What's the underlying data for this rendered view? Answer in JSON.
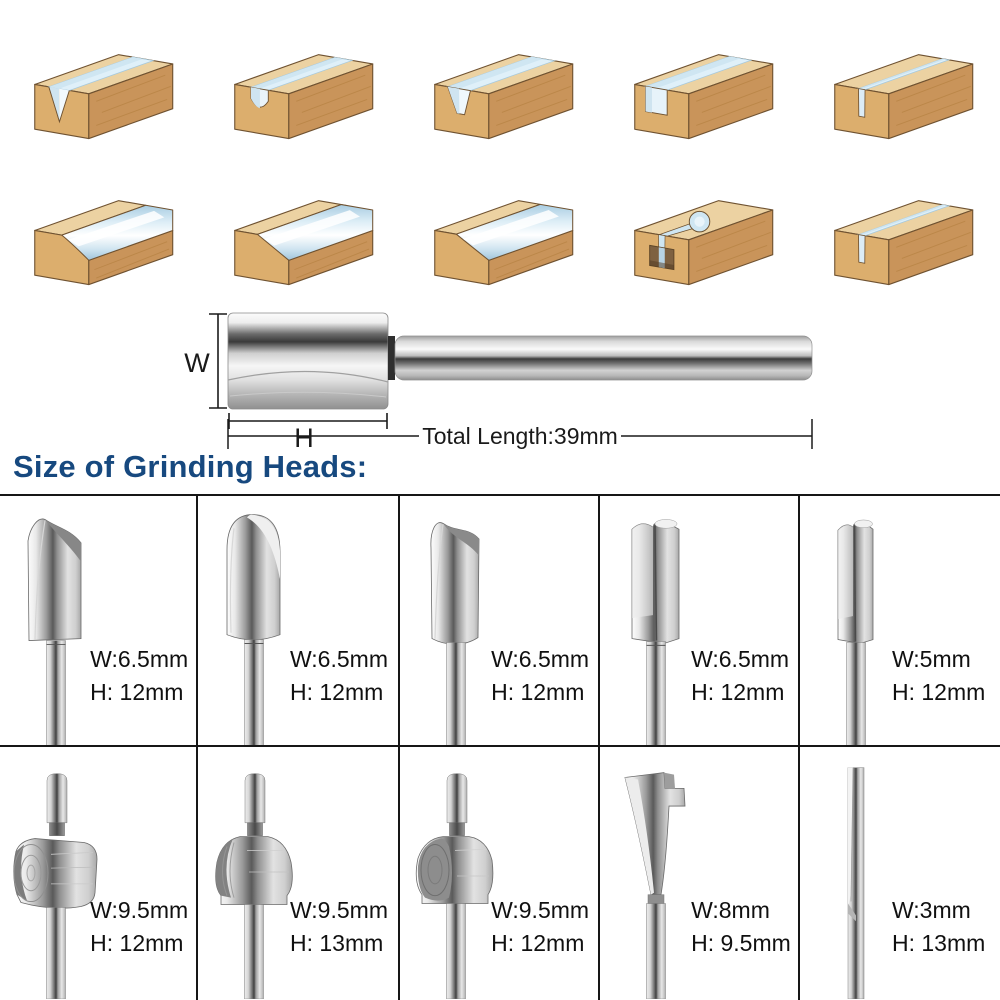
{
  "colors": {
    "heading": "#17497f",
    "grid_line": "#161616",
    "wood_top": "#ecd2a2",
    "wood_end": "#dcae6d",
    "wood_side": "#c9945a",
    "cut_blue": "#cfe6f2",
    "text": "#101010"
  },
  "profiles_section": {
    "rows": [
      {
        "blocks": [
          {
            "icon": "v-groove-block-icon",
            "profile": "v-groove"
          },
          {
            "icon": "round-groove-block-icon",
            "profile": "round-groove"
          },
          {
            "icon": "flat-v-groove-block-icon",
            "profile": "v-flat"
          },
          {
            "icon": "square-channel-block-icon",
            "profile": "square-channel"
          },
          {
            "icon": "thin-slot-block-icon",
            "profile": "thin-slot"
          }
        ]
      },
      {
        "blocks": [
          {
            "icon": "round-edge-block-icon",
            "profile": "round-edge"
          },
          {
            "icon": "stepped-round-edge-block-icon",
            "profile": "round-edge-step"
          },
          {
            "icon": "wide-round-edge-block-icon",
            "profile": "round-edge-wide"
          },
          {
            "icon": "keyhole-block-icon",
            "profile": "keyhole"
          },
          {
            "icon": "thin-slot-block-icon",
            "profile": "thin-slot"
          }
        ]
      }
    ]
  },
  "diagram": {
    "w_label": "W",
    "h_label": "H",
    "total_label": "Total Length:39mm"
  },
  "heading": {
    "text": "Size of Grinding Heads:"
  },
  "grid": {
    "rows": [
      {
        "cells": [
          {
            "bit": "bevel",
            "w": "W:6.5mm",
            "h": "H: 12mm"
          },
          {
            "bit": "dome",
            "w": "W:6.5mm",
            "h": "H: 12mm"
          },
          {
            "bit": "scoop",
            "w": "W:6.5mm",
            "h": "H: 12mm"
          },
          {
            "bit": "straight-double",
            "w": "W:6.5mm",
            "h": "H: 12mm"
          },
          {
            "bit": "straight-narrow",
            "w": "W:5mm",
            "h": "H: 12mm"
          }
        ]
      },
      {
        "cells": [
          {
            "bit": "pilot-flat",
            "w": "W:9.5mm",
            "h": "H: 12mm"
          },
          {
            "bit": "pilot-round",
            "w": "W:9.5mm",
            "h": "H: 13mm"
          },
          {
            "bit": "pilot-round2",
            "w": "W:9.5mm",
            "h": "H: 12mm"
          },
          {
            "bit": "keyhole-bit",
            "w": "W:8mm",
            "h": "H: 9.5mm"
          },
          {
            "bit": "thin-blade",
            "w": "W:3mm",
            "h": "H: 13mm"
          }
        ]
      }
    ]
  }
}
